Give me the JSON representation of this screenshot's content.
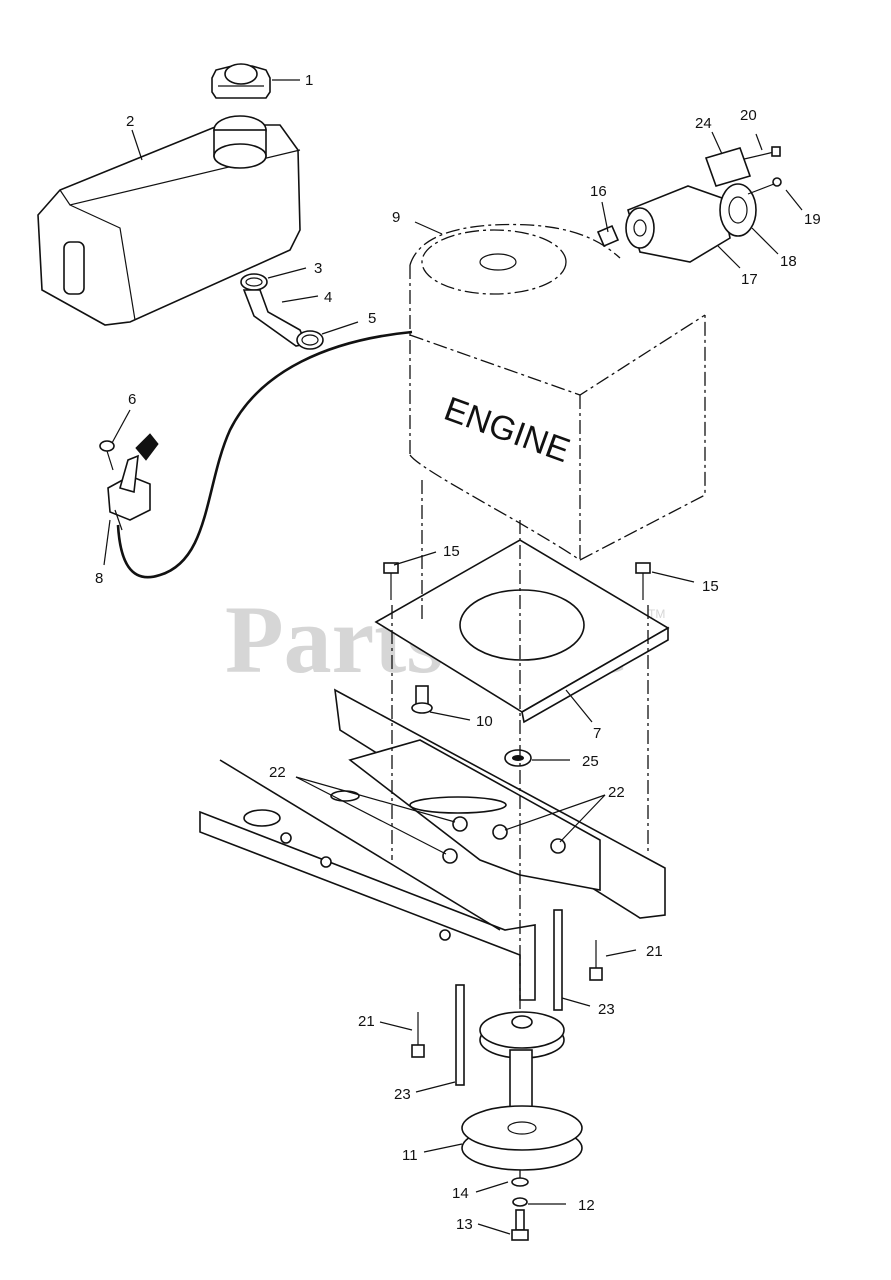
{
  "watermark": {
    "text": "PartsTree",
    "tm": "TM"
  },
  "engine_label": "ENGINE",
  "callouts": {
    "c1": "1",
    "c2": "2",
    "c3": "3",
    "c4": "4",
    "c5": "5",
    "c6": "6",
    "c7": "7",
    "c8": "8",
    "c9": "9",
    "c10": "10",
    "c11": "11",
    "c12": "12",
    "c13": "13",
    "c14": "14",
    "c15a": "15",
    "c15b": "15",
    "c16": "16",
    "c17": "17",
    "c18": "18",
    "c19": "19",
    "c20": "20",
    "c21a": "21",
    "c21b": "21",
    "c22a": "22",
    "c22b": "22",
    "c23a": "23",
    "c23b": "23",
    "c24": "24",
    "c25": "25"
  }
}
